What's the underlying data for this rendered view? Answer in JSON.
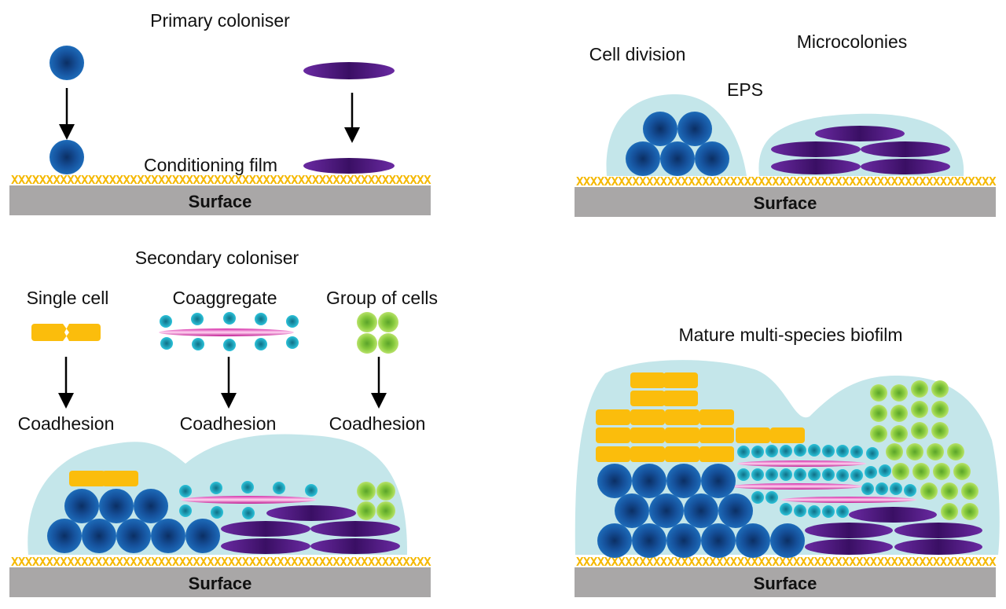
{
  "panels": {
    "primary": {
      "title": "Primary coloniser",
      "film_label": "Conditioning film",
      "surface_label": "Surface"
    },
    "growth": {
      "cell_division": "Cell division",
      "microcolonies": "Microcolonies",
      "eps": "EPS",
      "surface_label": "Surface"
    },
    "secondary": {
      "title": "Secondary coloniser",
      "single_cell": "Single cell",
      "coaggregate": "Coaggregate",
      "group_of_cells": "Group of cells",
      "coadhesion": "Coadhesion",
      "surface_label": "Surface"
    },
    "mature": {
      "title": "Mature multi-species biofilm",
      "surface_label": "Surface"
    }
  },
  "colors": {
    "surface": "#a9a7a7",
    "film": "#f5b800",
    "eps": "#c4e6ea",
    "coccus": "#1a5fa8",
    "rod": "#5e2290",
    "yellow_cell": "#fbbd0c",
    "teal_cell": "#21b5cc",
    "green_cell": "#9ed84a",
    "pink": "#cc1a9a"
  }
}
